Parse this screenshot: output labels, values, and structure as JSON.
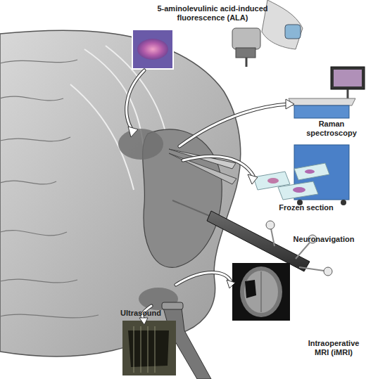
{
  "diagram": {
    "labels": [
      "5-aminolevulinic acid-induced fluorescence (ALA)",
      "Raman spectroscopy",
      "Frozen section",
      "Neuronavigation",
      "Ultrasound",
      "Intraoperative MRI (iMRI)"
    ]
  }
}
